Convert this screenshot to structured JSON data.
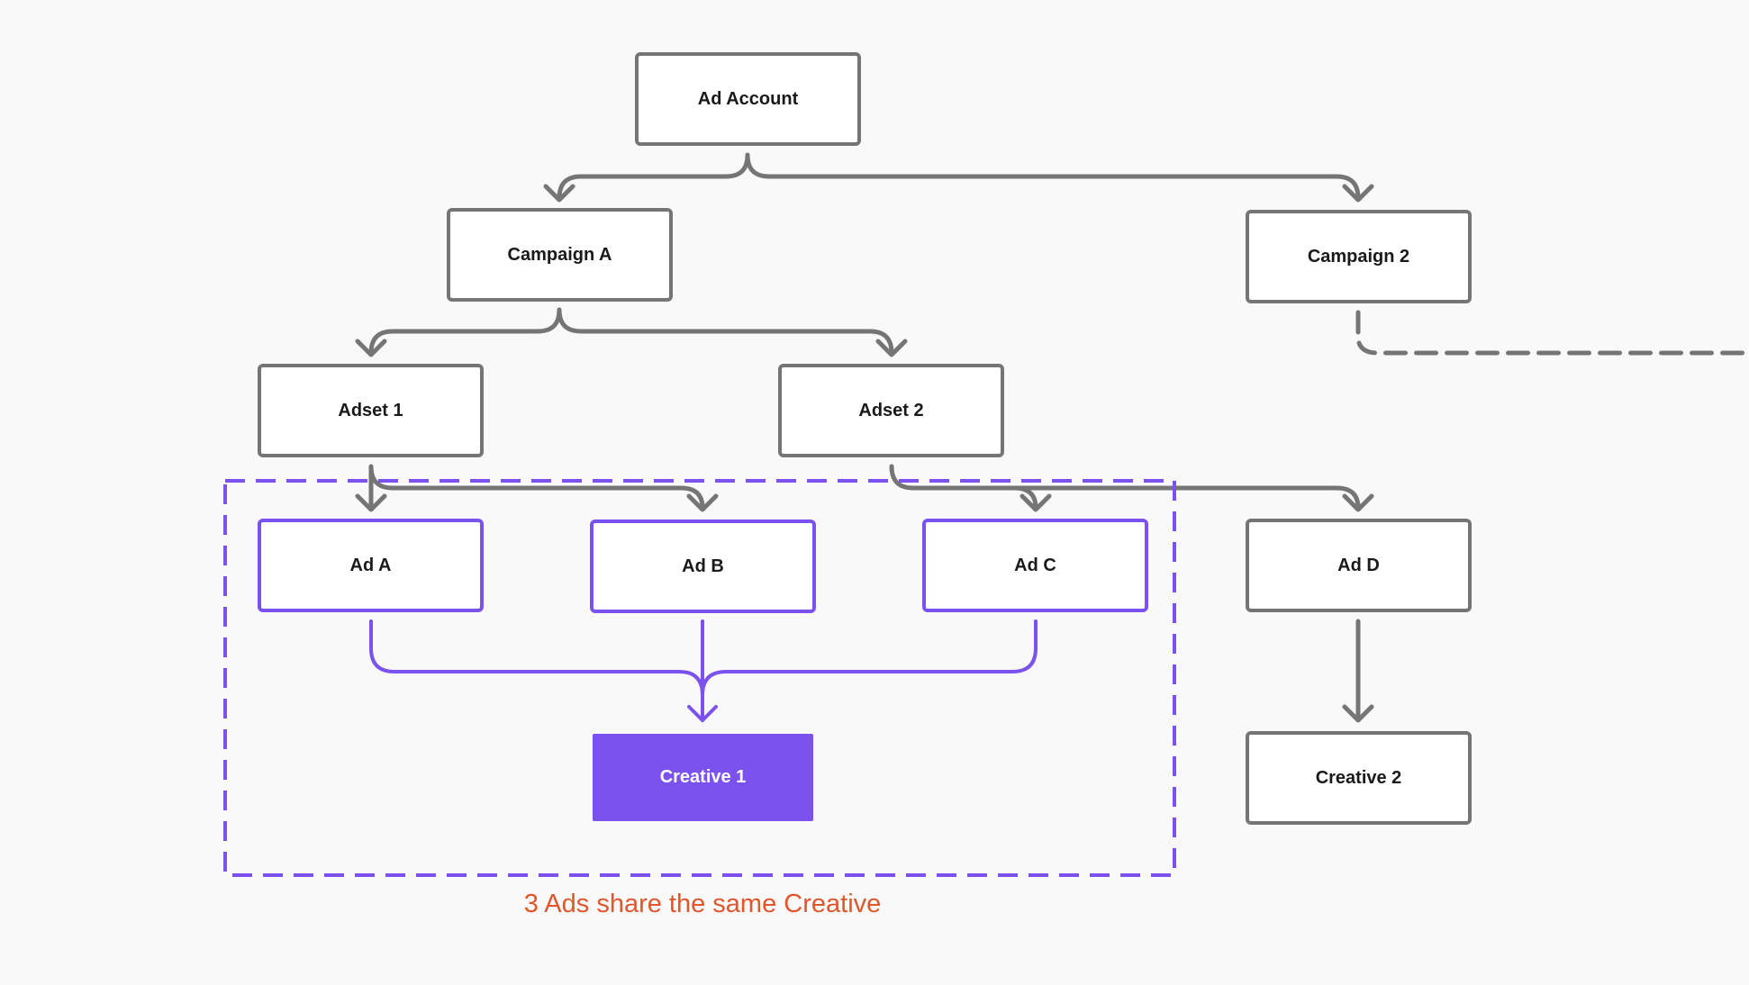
{
  "colors": {
    "background": "#f9f9f9",
    "gray_stroke": "#757575",
    "purple_accent": "#7c52ef",
    "caption_orange": "#e0562d"
  },
  "nodes": {
    "ad_account": "Ad Account",
    "campaign_a": "Campaign A",
    "campaign_2": "Campaign 2",
    "adset_1": "Adset 1",
    "adset_2": "Adset 2",
    "ad_a": "Ad A",
    "ad_b": "Ad B",
    "ad_c": "Ad C",
    "ad_d": "Ad D",
    "creative_1": "Creative 1",
    "creative_2": "Creative 2"
  },
  "caption": "3 Ads share the same Creative"
}
